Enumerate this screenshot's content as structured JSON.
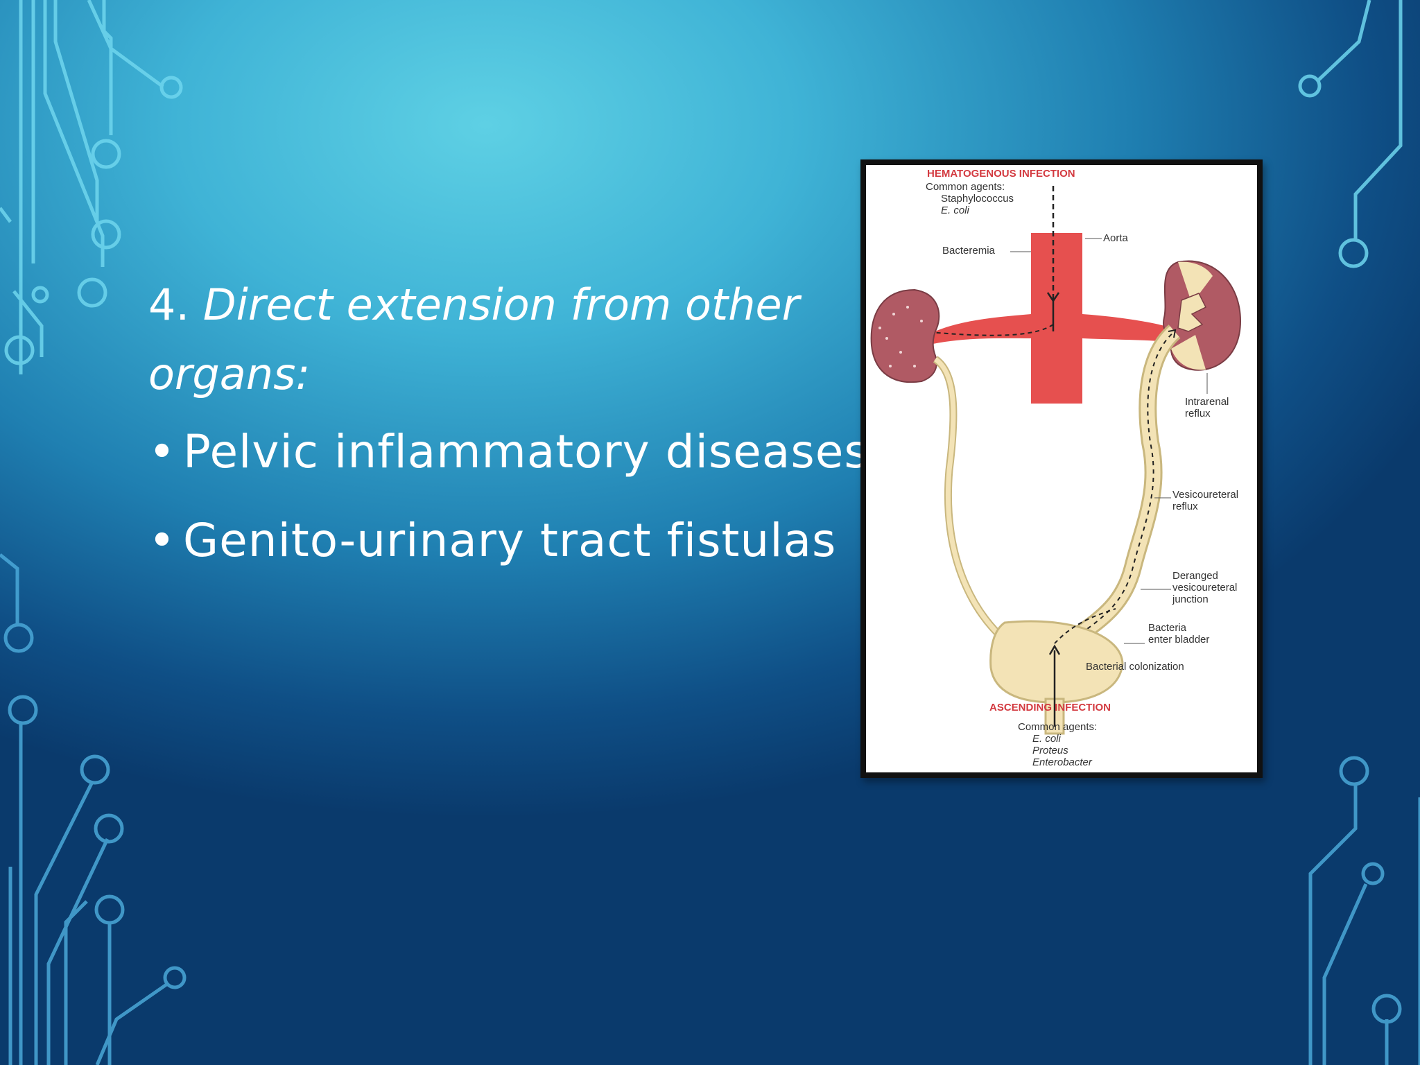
{
  "slide": {
    "heading_number": "4.",
    "heading_text": "Direct extension from other organs:",
    "bullets": [
      "Pelvic inflammatory diseases",
      "Genito-urinary tract fistulas"
    ]
  },
  "diagram": {
    "top_title": "HEMATOGENOUS INFECTION",
    "top_agents_label": "Common agents:",
    "top_agents": [
      "Staphylococcus",
      "E. coli"
    ],
    "aorta": "Aorta",
    "bacteremia": "Bacteremia",
    "intrarenal_1": "Intrarenal",
    "intrarenal_2": "reflux",
    "vesico_1": "Vesicoureteral",
    "vesico_2": "reflux",
    "deranged_1": "Deranged",
    "deranged_2": "vesicoureteral",
    "deranged_3": "junction",
    "bacteria_1": "Bacteria",
    "bacteria_2": "enter bladder",
    "colonization": "Bacterial colonization",
    "bottom_title": "ASCENDING INFECTION",
    "bottom_agents_label": "Common agents:",
    "bottom_agents": [
      "E. coli",
      "Proteus",
      "Enterobacter"
    ]
  },
  "colors": {
    "kidney": "#b05a64",
    "aorta": "#e6504f",
    "ureter": "#f3e3b6",
    "accent_red": "#d33a40"
  }
}
